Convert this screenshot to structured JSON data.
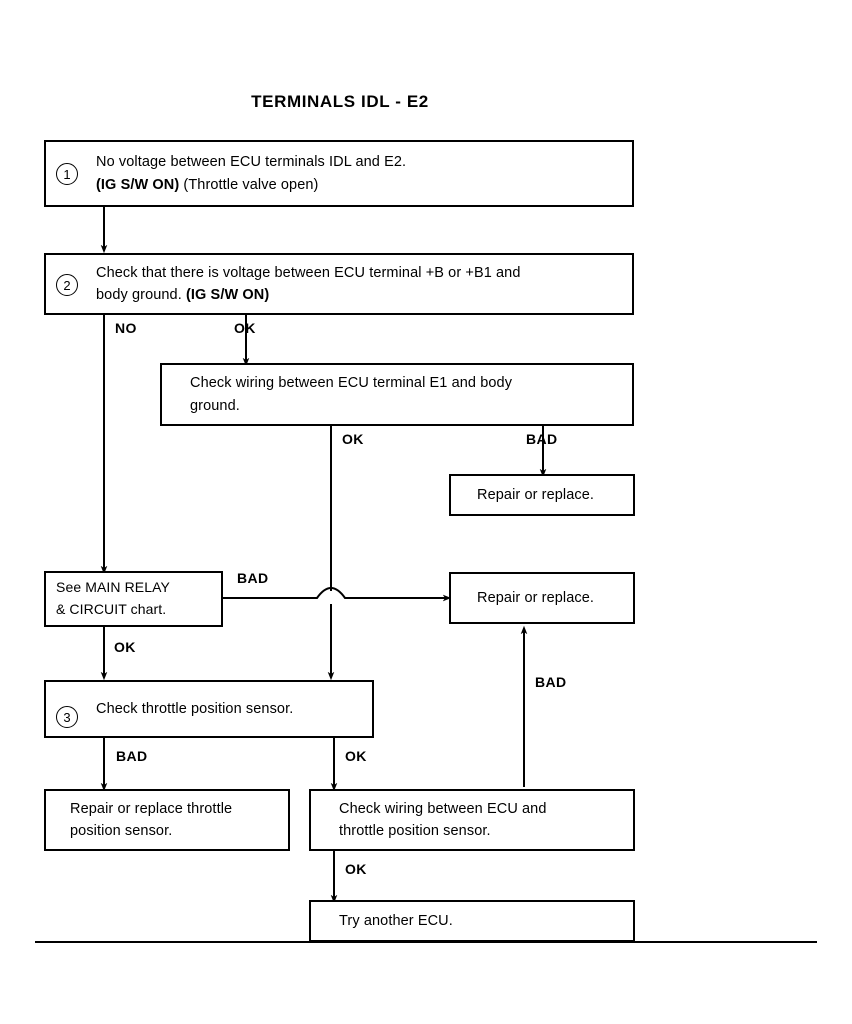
{
  "document": {
    "title": "TERMINALS IDL - E2",
    "type": "troubleshooting-flowchart"
  },
  "nodes": [
    {
      "id": "n1",
      "step": "1",
      "line1": "No voltage between ECU terminals IDL and E2.",
      "line2_bold": "(IG S/W ON)",
      "line2_rest": " (Throttle valve open)"
    },
    {
      "id": "n2",
      "step": "2",
      "line1": "Check that there is voltage between ECU terminal +B or +B1 and",
      "line2": "body ground. ",
      "line2_bold": "(IG S/W ON)"
    },
    {
      "id": "n3",
      "line1": "Check wiring between ECU terminal E1 and body",
      "line2": "ground."
    },
    {
      "id": "n4",
      "line1": "Repair or replace."
    },
    {
      "id": "n5",
      "line1": "See MAIN RELAY",
      "line2": "& CIRCUIT chart."
    },
    {
      "id": "n6",
      "line1": "Repair or replace."
    },
    {
      "id": "n7",
      "step": "3",
      "line1": "Check throttle position sensor."
    },
    {
      "id": "n8",
      "line1": "Repair or replace throttle",
      "line2": "position sensor."
    },
    {
      "id": "n9",
      "line1": "Check wiring between ECU and",
      "line2": "throttle position sensor."
    },
    {
      "id": "n10",
      "line1": "Try another ECU."
    }
  ],
  "edge_labels": {
    "no_from_step2": "NO",
    "ok_from_step2": "OK",
    "ok_from_e1": "OK",
    "bad_from_e1": "BAD",
    "bad_from_main_relay": "BAD",
    "ok_from_main_relay": "OK",
    "bad_from_step3": "BAD",
    "ok_from_step3": "OK",
    "bad_from_wiring": "BAD",
    "ok_from_wiring": "OK"
  },
  "colors": {
    "ink": "#000000",
    "paper": "#ffffff"
  }
}
